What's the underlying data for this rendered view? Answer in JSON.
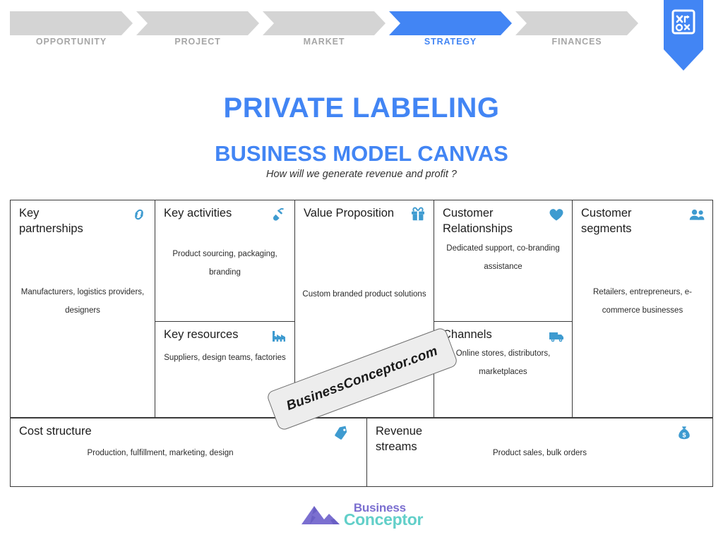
{
  "nav": {
    "steps": [
      {
        "label": "OPPORTUNITY",
        "active": false
      },
      {
        "label": "PROJECT",
        "active": false
      },
      {
        "label": "MARKET",
        "active": false
      },
      {
        "label": "STRATEGY",
        "active": true
      },
      {
        "label": "FINANCES",
        "active": false
      }
    ],
    "badge_icon": "strategy-playbook-icon",
    "active_color": "#4285f4",
    "inactive_color": "#d4d4d4"
  },
  "header": {
    "title": "PRIVATE LABELING",
    "subtitle": "BUSINESS MODEL CANVAS",
    "question": "How will we generate revenue and profit ?"
  },
  "canvas": {
    "key_partnerships": {
      "title": "Key\npartnerships",
      "icon": "chain-link-icon",
      "body": "Manufacturers, logistics providers, designers"
    },
    "key_activities": {
      "title": "Key activities",
      "icon": "shovel-icon",
      "body": "Product sourcing, packaging, branding"
    },
    "key_resources": {
      "title": "Key resources",
      "icon": "factory-icon",
      "body": "Suppliers, design teams, factories"
    },
    "value_proposition": {
      "title": "Value Proposition",
      "icon": "gift-icon",
      "body": "Custom branded product solutions"
    },
    "customer_relationships": {
      "title": "Customer\nRelationships",
      "icon": "heart-icon",
      "body": "Dedicated support, co-branding assistance"
    },
    "channels": {
      "title": "Channels",
      "icon": "truck-icon",
      "body": "Online stores, distributors, marketplaces"
    },
    "customer_segments": {
      "title": "Customer\nsegments",
      "icon": "users-icon",
      "body": "Retailers, entrepreneurs, e-commerce businesses"
    },
    "cost_structure": {
      "title": "Cost structure",
      "icon": "price-tag-icon",
      "body": "Production, fulfillment, marketing, design"
    },
    "revenue_streams": {
      "title": "Revenue\nstreams",
      "icon": "money-bag-icon",
      "body": "Product sales, bulk orders"
    }
  },
  "watermark": {
    "text": "BusinessConceptor.com"
  },
  "footer": {
    "logo_word_top": "Business",
    "logo_word_bottom": "Conceptor",
    "logo_icon": "mountains-icon"
  }
}
